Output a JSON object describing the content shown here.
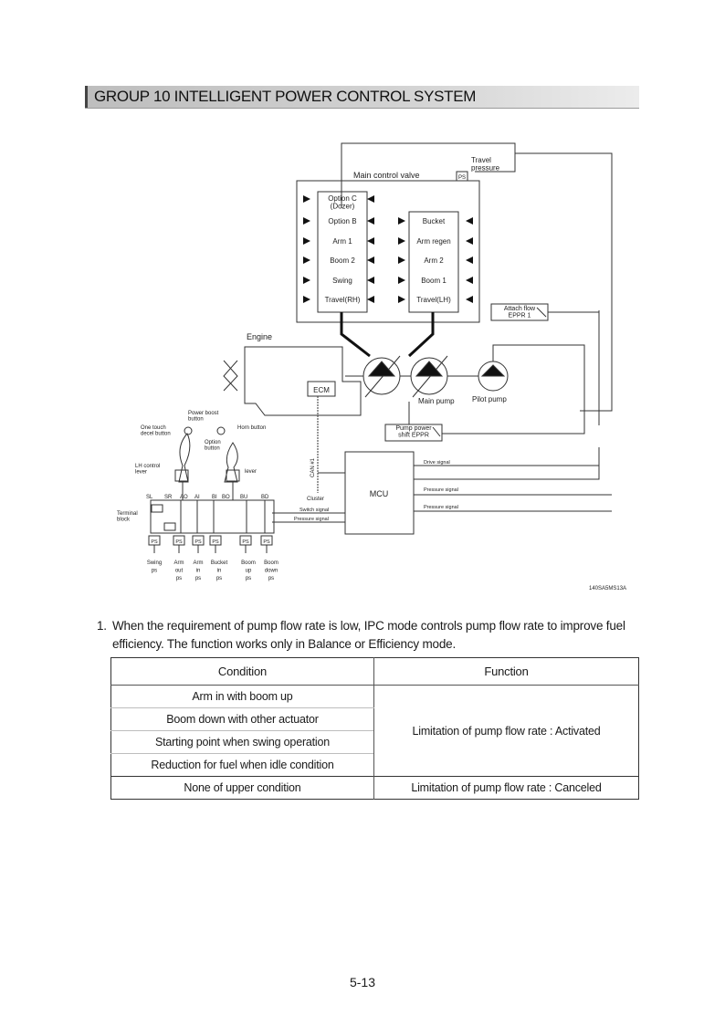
{
  "header": {
    "title": "GROUP  10  INTELLIGENT POWER CONTROL SYSTEM"
  },
  "diagram": {
    "travel_pressure": "Travel\npressure",
    "main_control_valve": "Main control valve",
    "spools_left": [
      "Option C\n(Dozer)",
      "Option B",
      "Arm 1",
      "Boom 2",
      "Swing",
      "Travel(RH)"
    ],
    "spools_right": [
      "Bucket",
      "Arm regen",
      "Arm 2",
      "Boom 1",
      "Travel(LH)"
    ],
    "attach_flow": "Attach flow\nEPPR 1",
    "engine": "Engine",
    "ecm": "ECM",
    "main_pump": "Main pump",
    "pilot_pump": "Pilot pump",
    "pump_power_shift": "Pump power\nshift EPPR",
    "power_boost_button": "Power boost\nbutton",
    "one_touch_decel": "One touch\ndecel button",
    "horn_button": "Horn button",
    "option_button": "Option\nbutton",
    "lh_control_lever": "LH control\nlever",
    "rh_lever": "lever",
    "can": "CAN #1",
    "cluster": "Cluster",
    "mcu": "MCU",
    "drive_signal": "Drive signal",
    "pressure_signal_1": "Pressure signal",
    "pressure_signal_2": "Pressure signal",
    "switch_signal": "Switch signal",
    "pressure_signal_3": "Pressure signal",
    "terminal_block": "Terminal\nblock",
    "terminal_labels": [
      "SL",
      "SR",
      "AO",
      "AI",
      "BI",
      "BO",
      "BU",
      "BD"
    ],
    "ps": "PS",
    "sensor_labels": [
      "Swing\nps",
      "Arm\nout\nps",
      "Arm\nin\nps",
      "Bucket\nin\nps",
      "Boom\nup\nps",
      "Boom\ndown\nps"
    ],
    "figure_code": "140SA5MS13A"
  },
  "content": {
    "item_number": "1.",
    "paragraph_line1": "When the requirement of pump flow rate is low, IPC mode controls pump flow rate to improve fuel",
    "paragraph_line2": "efficiency. The function works only in Balance or Efficiency mode."
  },
  "table": {
    "headers": [
      "Condition",
      "Function"
    ],
    "conditions": [
      "Arm in with boom up",
      "Boom down with other actuator",
      "Starting point when swing operation",
      "Reduction for fuel when idle condition"
    ],
    "function_activated": "Limitation of pump flow rate : Activated",
    "last_condition": "None of upper condition",
    "function_canceled": "Limitation of pump flow rate : Canceled"
  },
  "page_number": "5-13"
}
